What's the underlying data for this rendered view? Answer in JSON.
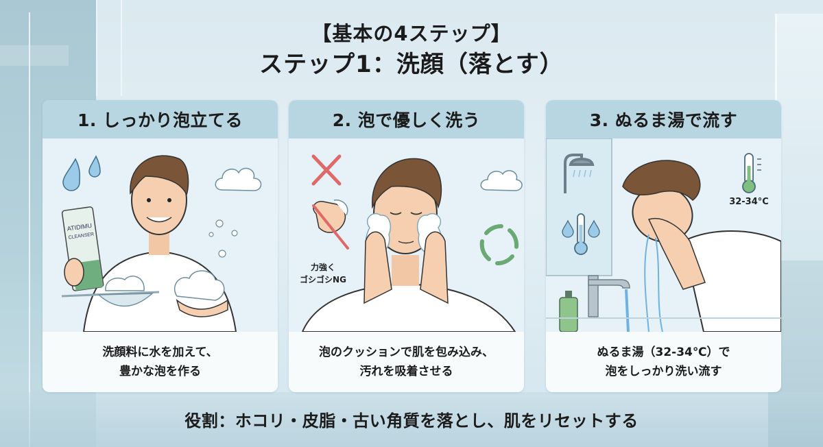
{
  "header": {
    "title_line1": "【基本の4ステップ】",
    "title_line2": "ステップ1：洗顔（落とす）"
  },
  "cards": [
    {
      "number": "1.",
      "title": "1. しっかり泡立てる",
      "caption_line1": "洗顔料に水を加えて、",
      "caption_line2": "豊かな泡を作る",
      "illustration": {
        "product_label_line1": "ATIDIMU",
        "product_label_line2": "CLEANSER",
        "icons": [
          "water-drops-icon",
          "foam-cloud-icon",
          "bubbles-icon",
          "whisk-net-bowl-icon"
        ]
      }
    },
    {
      "number": "2.",
      "title": "2. 泡で優しく洗う",
      "caption_line1": "泡のクッションで肌を包み込み、",
      "caption_line2": "汚れを吸着させる",
      "illustration": {
        "ng_label_line1": "力強く",
        "ng_label_line2": "ゴシゴシNG",
        "icons": [
          "red-x-icon",
          "crossed-scrubbing-hand-icon",
          "foam-cloud-icon",
          "green-cycle-arrows-icon"
        ]
      }
    },
    {
      "number": "3.",
      "title": "3. ぬるま湯で流す",
      "caption_line1": "ぬるま湯（32-34℃）で",
      "caption_line2": "泡をしっかり洗い流す",
      "illustration": {
        "temperature_label": "32-34°C",
        "icons": [
          "shower-head-icon",
          "thermometer-icon",
          "water-drops-icon",
          "faucet-icon",
          "soap-pump-bottle-icon"
        ]
      }
    }
  ],
  "footer": {
    "role_text": "役割：ホコリ・皮脂・古い角質を落とし、肌をリセットする"
  },
  "colors": {
    "background": "#dbe9f0",
    "card_header": "#b7d6e2",
    "card_body": "#f3f9fb",
    "text": "#1b1b1b",
    "ng_red": "#e06060",
    "cycle_green": "#6aa874",
    "water_blue": "#8fc3e6"
  }
}
